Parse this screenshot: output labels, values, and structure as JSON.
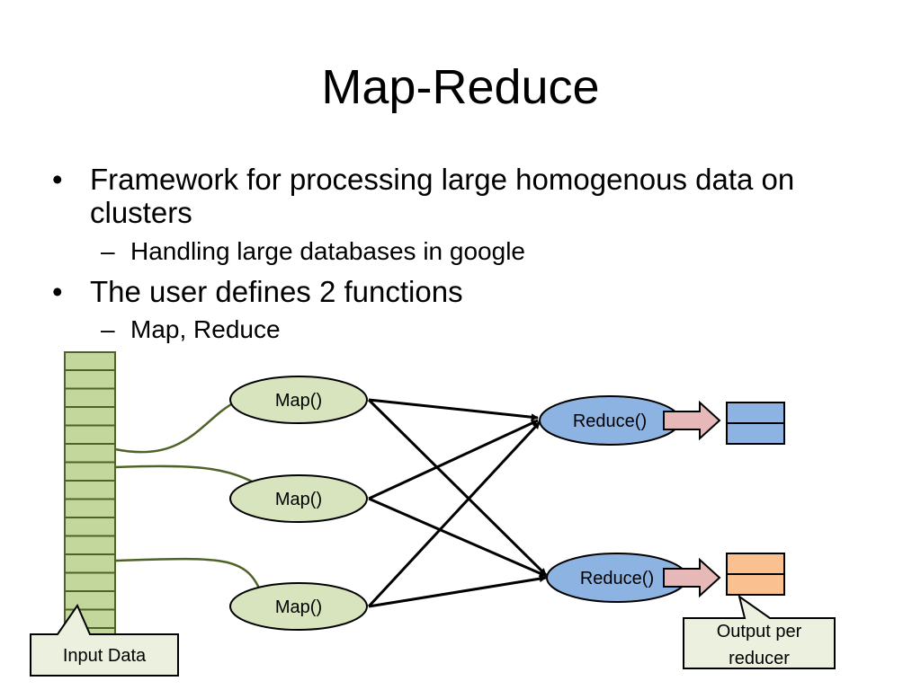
{
  "slide": {
    "title": "Map-Reduce"
  },
  "bullets": [
    {
      "text": "Framework for processing large homogenous data on clusters",
      "sub": [
        "Handling large databases in google"
      ]
    },
    {
      "text": "The user defines 2 functions",
      "sub": [
        "Map, Reduce"
      ]
    }
  ],
  "bullet_symbol": "•",
  "sub_bullet_symbol": "–",
  "diagram": {
    "map_nodes": [
      "Map()",
      "Map()",
      "Map()"
    ],
    "reduce_nodes": [
      "Reduce()",
      "Reduce()"
    ],
    "input_label": "Input Data",
    "output_label_line1": "Output per",
    "output_label_line2": "reducer",
    "colors": {
      "input_fill": "#c3d69b",
      "input_stroke": "#4f6228",
      "map_fill": "#d7e4bd",
      "reduce_fill": "#8db3e2",
      "output1_fill": "#8db3e2",
      "output2_fill": "#fac090",
      "arrow_fill": "#e6b9b8",
      "callout_fill": "#ebf1de",
      "curve_stroke": "#4f6228"
    }
  }
}
